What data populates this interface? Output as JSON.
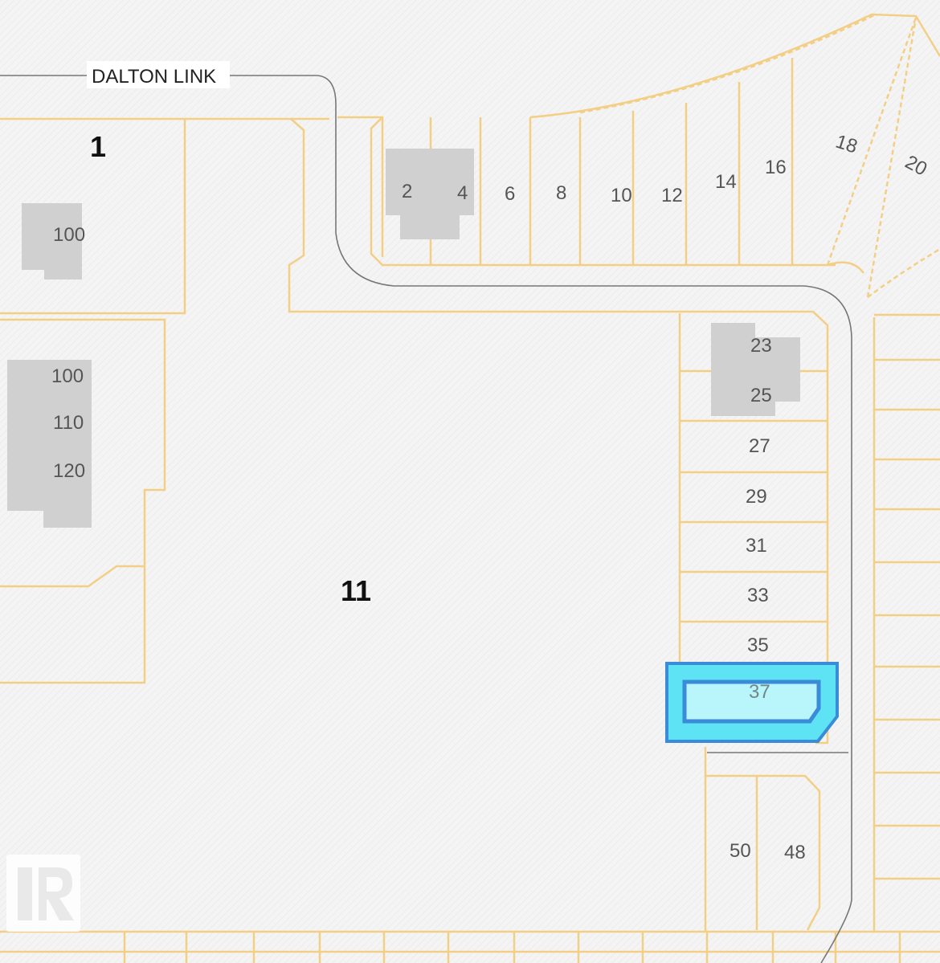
{
  "map": {
    "street_name": "DALTON LINK",
    "block_labels": [
      "1",
      "11"
    ],
    "lot_numbers_north": [
      "2",
      "4",
      "6",
      "8",
      "10",
      "12",
      "14",
      "16",
      "18",
      "20"
    ],
    "lot_numbers_east_column": [
      "23",
      "25",
      "27",
      "29",
      "31",
      "33",
      "35",
      "37"
    ],
    "lot_numbers_south": [
      "50",
      "48"
    ],
    "building_labels_block1": [
      "100"
    ],
    "building_labels_block11": [
      "100",
      "110",
      "120"
    ],
    "selected_lot": "37",
    "highlight_color": "#5ee3f4",
    "highlight_border": "#3a8bd8",
    "lot_line_color": "#f3cf86",
    "road_line_color": "#777777",
    "building_color": "#d0d0d0",
    "watermark_icon": "realtor-r-logo-icon"
  }
}
